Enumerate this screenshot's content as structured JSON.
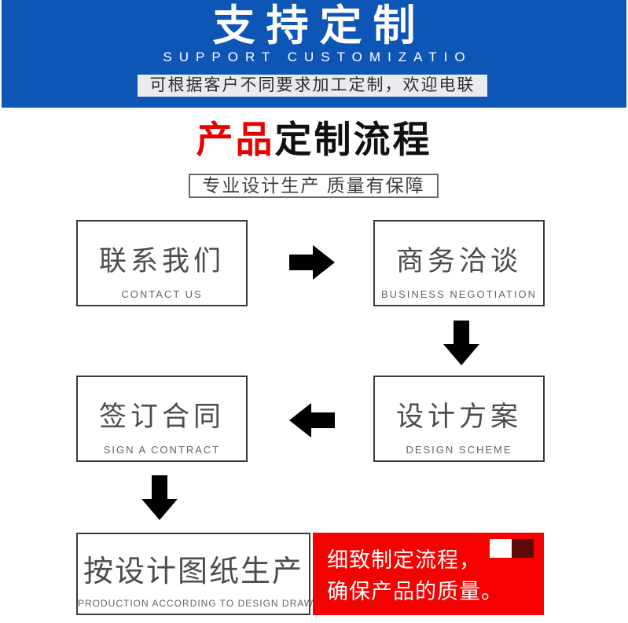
{
  "banner": {
    "title": "支持定制",
    "subtitle": "SUPPORT CUSTOMIZATIO",
    "strip_text": "可根据客户不同要求加工定制，欢迎电联"
  },
  "section": {
    "title_accent": "产品",
    "title_rest": "定制流程",
    "tagline": "专业设计生产 质量有保障"
  },
  "flow": {
    "steps": [
      {
        "zh": "联系我们",
        "en": "CONTACT US"
      },
      {
        "zh": "商务洽谈",
        "en": "BUSINESS NEGOTIATION"
      },
      {
        "zh": "设计方案",
        "en": "DESIGN SCHEME"
      },
      {
        "zh": "签订合同",
        "en": "SIGN A CONTRACT"
      },
      {
        "zh": "按设计图纸生产",
        "en": "PRODUCTION ACCORDING TO DESIGN DRAWINGS"
      }
    ],
    "arrow_icons": [
      "arrow-right-icon",
      "arrow-down-icon",
      "arrow-left-icon",
      "arrow-down-icon"
    ],
    "note": {
      "line1": "细致制定流程，",
      "line2": "确保产品的质量。"
    }
  },
  "colors": {
    "banner_bg": "#0e56b6",
    "strip_bg": "#e9ebee",
    "strip_text": "#2e2e2e",
    "title_accent": "#e60000",
    "title_text": "#111111",
    "box_border": "#3a3a3a",
    "box_text_zh": "#4c4c4c",
    "box_text_en": "#636363",
    "note_bg": "#f70000",
    "note_text": "#ffffff",
    "note_square_white": "#ffffff",
    "note_square_dark": "#5c0909",
    "arrow": "#000000"
  }
}
